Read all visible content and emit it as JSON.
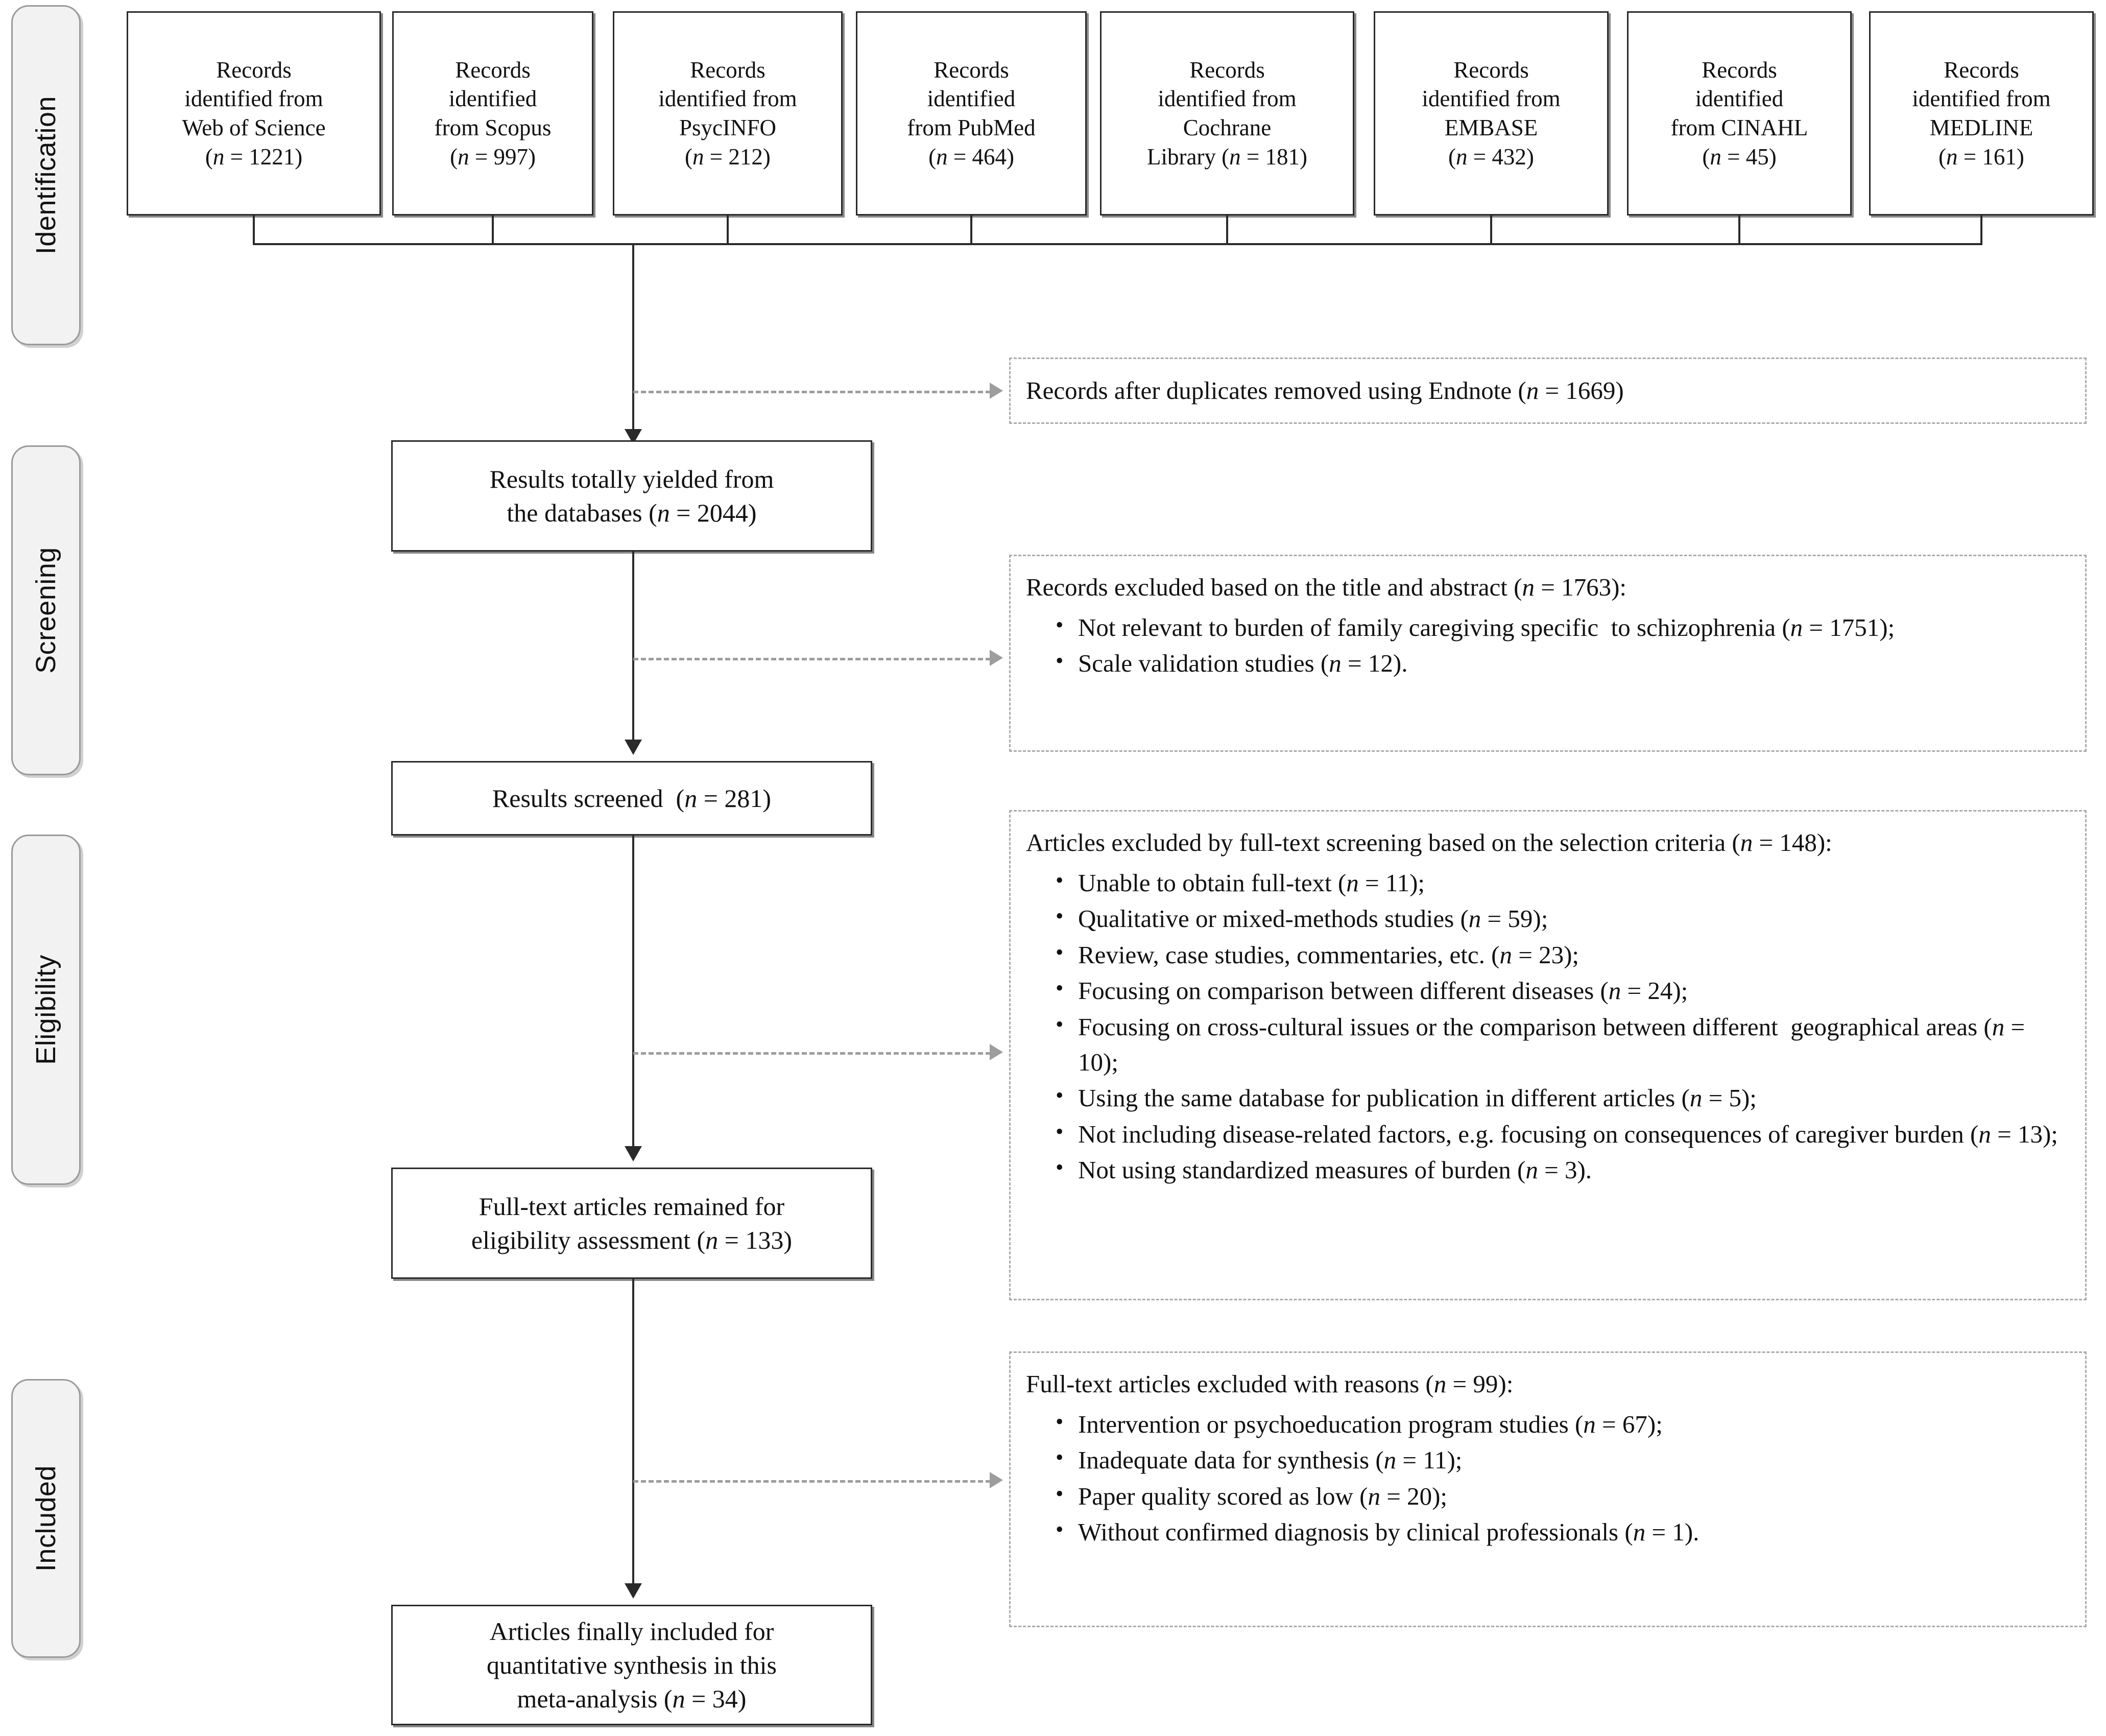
{
  "stages": [
    {
      "id": "identification",
      "label": "Identification"
    },
    {
      "id": "screening",
      "label": "Screening"
    },
    {
      "id": "eligibility",
      "label": "Eligibility"
    },
    {
      "id": "included",
      "label": "Included"
    }
  ],
  "sources": [
    {
      "id": "web-of-science",
      "line1": "Records",
      "line2": "identified from",
      "line3": "Web of Science",
      "n": "(n = 1221)"
    },
    {
      "id": "scopus",
      "line1": "Records",
      "line2": "identified",
      "line3": "from Scopus",
      "n": "(n = 997)"
    },
    {
      "id": "psycinfo",
      "line1": "Records",
      "line2": "identified from",
      "line3": "PsycINFO",
      "n": "(n = 212)"
    },
    {
      "id": "pubmed",
      "line1": "Records",
      "line2": "identified",
      "line3": "from PubMed",
      "n": "(n = 464)"
    },
    {
      "id": "cochrane",
      "line1": "Records",
      "line2": "identified from",
      "line3": "Cochrane",
      "n": "Library (n = 181)"
    },
    {
      "id": "embase",
      "line1": "Records",
      "line2": "identified from",
      "line3": "EMBASE",
      "n": "(n = 432)"
    },
    {
      "id": "cinahl",
      "line1": "Records",
      "line2": "identified",
      "line3": "from CINAHL",
      "n": "(n = 45)"
    },
    {
      "id": "medline",
      "line1": "Records",
      "line2": "identified from",
      "line3": "MEDLINE",
      "n": "(n = 161)"
    }
  ],
  "duplicates_box": {
    "text_before": "Records after duplicates removed using Endnote (",
    "n_italic": "n",
    "text_after": " = 1669)"
  },
  "yielded_box": {
    "line1": "Results totally yielded from",
    "line2_before": "the databases (",
    "n_italic": "n",
    "line2_after": " = 2044)"
  },
  "screened_box": {
    "text_before": "Results screened  (",
    "n_italic": "n",
    "text_after": " = 281)"
  },
  "fulltext_box": {
    "line1": "Full-text articles remained for",
    "line2_before": "eligibility assessment (",
    "n_italic": "n",
    "line2_after": " = 133)"
  },
  "included_box": {
    "line1": "Articles finally included for",
    "line2": "quantitative synthesis in this",
    "line3_before": "meta-analysis (",
    "n_italic": "n",
    "line3_after": " = 34)"
  },
  "excluded_screening": {
    "heading_before": "Records excluded based on the title and abstract (",
    "heading_n": "n",
    "heading_after": " = 1763):",
    "items": [
      {
        "before": "Not relevant to burden of family caregiving specific  to schizophrenia (",
        "n": "n",
        "after": " = 1751);"
      },
      {
        "before": "Scale validation studies (",
        "n": "n",
        "after": " = 12)."
      }
    ]
  },
  "excluded_eligibility": {
    "heading_before": "Articles excluded by full-text screening based on the selection criteria (",
    "heading_n": "n",
    "heading_after": " = 148):",
    "items": [
      {
        "before": "Unable to obtain full-text (",
        "n": "n",
        "after": " = 11);"
      },
      {
        "before": "Qualitative or mixed-methods studies (",
        "n": "n",
        "after": " = 59);"
      },
      {
        "before": "Review, case studies, commentaries, etc. (",
        "n": "n",
        "after": " = 23);"
      },
      {
        "before": "Focusing on comparison between different diseases (",
        "n": "n",
        "after": " = 24);"
      },
      {
        "before": "Focusing on cross-cultural issues or the comparison between different  geographical areas (",
        "n": "n",
        "after": " = 10);"
      },
      {
        "before": "Using the same database for publication in different articles (",
        "n": "n",
        "after": " = 5);"
      },
      {
        "before": "Not including disease-related factors, e.g. focusing on consequences of caregiver burden (",
        "n": "n",
        "after": " = 13);"
      },
      {
        "before": "Not using standardized measures of burden (",
        "n": "n",
        "after": " = 3)."
      }
    ]
  },
  "excluded_included": {
    "heading_before": "Full-text articles excluded with reasons (",
    "heading_n": "n",
    "heading_after": " = 99):",
    "items": [
      {
        "before": "Intervention or psychoeducation program studies (",
        "n": "n",
        "after": " = 67);"
      },
      {
        "before": "Inadequate data for synthesis (",
        "n": "n",
        "after": " = 11);"
      },
      {
        "before": "Paper quality scored as low (",
        "n": "n",
        "after": " = 20);"
      },
      {
        "before": "Without confirmed diagnosis by clinical professionals (",
        "n": "n",
        "after": " = 1)."
      }
    ]
  }
}
